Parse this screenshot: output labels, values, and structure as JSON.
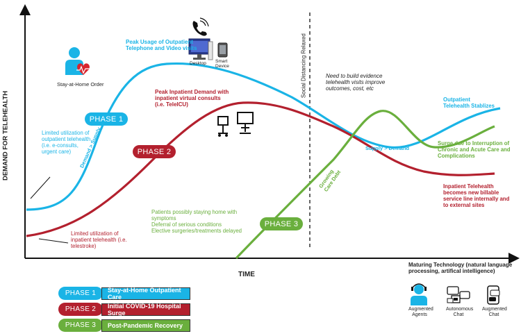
{
  "axes": {
    "y_label": "DEMAND FOR TELEHEALTH",
    "x_label": "TIME",
    "divider_label": "Social Distancing Relaxed"
  },
  "phases": [
    {
      "id": "1",
      "label": "PHASE 1",
      "color": "#1ab4e6",
      "legend": "Stay-at-Home Outpatient Care"
    },
    {
      "id": "2",
      "label": "PHASE 2",
      "color": "#b3202e",
      "legend": "Initial COVID-19 Hospital Surge"
    },
    {
      "id": "3",
      "label": "PHASE 3",
      "color": "#6aaf3d",
      "legend": "Post-Pandemic Recovery"
    }
  ],
  "annotations": {
    "stay_home": "Stay-at-Home Order",
    "peak_outpatient": "Peak Usage of Outpatient Telephone and Video visits",
    "desktop": "Desktop",
    "smart_device": "Smart Device",
    "peak_inpatient": "Peak Inpatient Demand with inpatient virtual consults (i.e. TeleICU)",
    "limited_outpatient": "Limited utilization of outpatient telehealth (i.e. e-consults, urgent care)",
    "limited_inpatient": "Limited utilization of inpatient telehealth (i.e. telestroke)",
    "demand_supply": "Demand > Supply",
    "evidence": "Need to build evidence telehealth visits improve outcomes, cost, etc",
    "outpatient_stabilizes": "Outpatient Telehealth Stablizes",
    "supply_demand": "Supply > Demand",
    "surge_interruption": "Surge due to Interruption of Chronic and Acute Care and Complications",
    "growing_debt": "Growing Care Debt",
    "patients_home": "Patients possibly staying home with symptoms\nDeferral of serious conditions\nElective surgeries/treatments delayed",
    "inpatient_billable": "Inpatient Telehealth becomes new billable service line internally and to external sites"
  },
  "technology": {
    "title": "Maturing Technology (natural language processing, artifical intelligence)",
    "items": [
      {
        "label": "Augmented Agents"
      },
      {
        "label": "Autonomous Chat"
      },
      {
        "label": "Augmented Chat"
      }
    ]
  }
}
